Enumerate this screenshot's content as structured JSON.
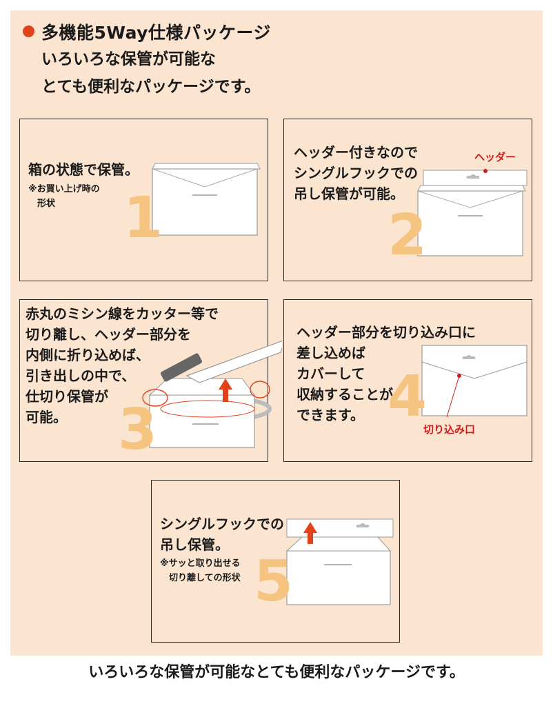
{
  "heading": "多機能5Way仕様パッケージ",
  "intro": [
    "いろいろな保管が可能な",
    "とても便利なパッケージです。"
  ],
  "steps": [
    {
      "number": "1",
      "text": [
        "箱の状態で保管。"
      ],
      "note": [
        "※お買い上げ時の",
        "　形状"
      ]
    },
    {
      "number": "2",
      "text": [
        "ヘッダー付きなので",
        "シングルフックでの",
        "吊し保管が可能。"
      ],
      "label": "ヘッダー"
    },
    {
      "number": "3",
      "text": [
        "赤丸のミシン線をカッター等で",
        "切り離し、ヘッダー部分を",
        "内側に折り込めば、",
        "引き出しの中で、",
        "仕切り保管が",
        "可能。"
      ]
    },
    {
      "number": "4",
      "text": [
        "ヘッダー部分を切り込み口に",
        "差し込めば",
        "カバーして",
        "収納することが",
        "できます。"
      ],
      "label": "切り込み口"
    },
    {
      "number": "5",
      "text": [
        "シングルフックでの",
        "吊し保管。"
      ],
      "note": [
        "※サッと取り出せる",
        "　切り離しての形状"
      ]
    }
  ],
  "footer": "いろいろな保管が可能なとても便利なパッケージです。",
  "colors": {
    "panel": "#fbe5d1",
    "number": "#f6c481",
    "accent_red": "#e2421a",
    "label_red": "#d31a1a"
  }
}
